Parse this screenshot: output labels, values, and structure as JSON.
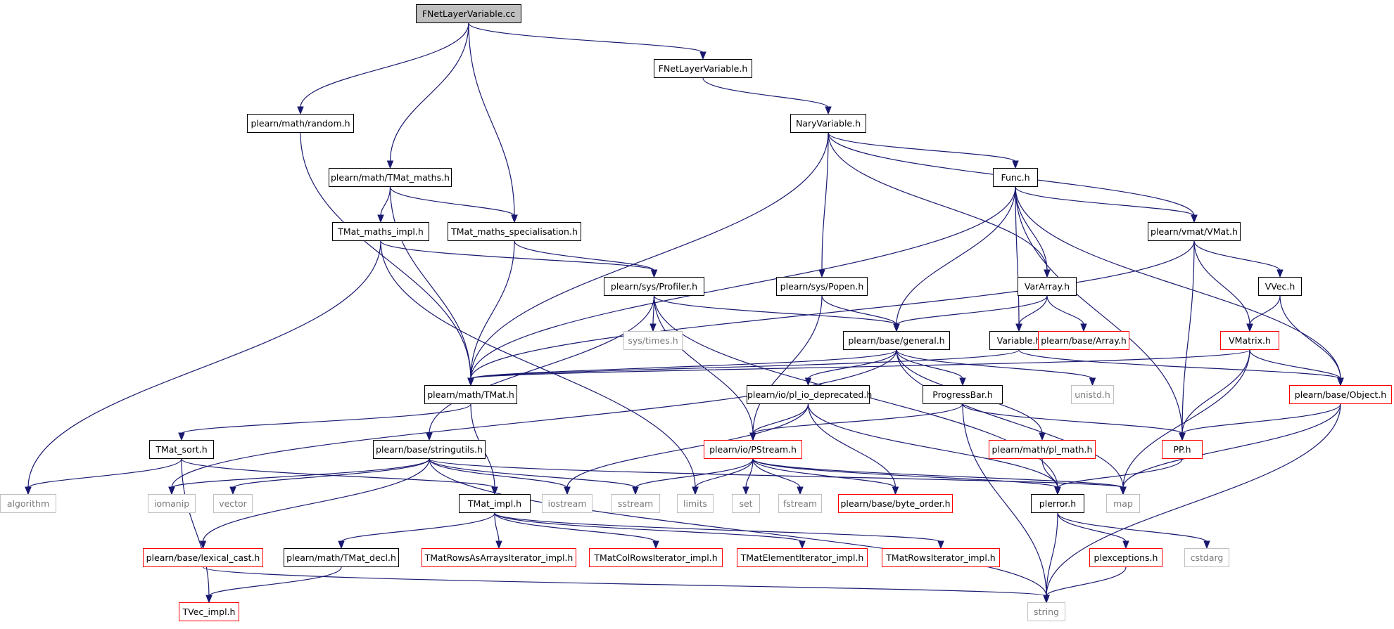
{
  "nodes": [
    {
      "id": "fnetcc",
      "label": "FNetLayerVariable.cc",
      "kind": "focus"
    },
    {
      "id": "fneth",
      "label": "FNetLayerVariable.h",
      "kind": "normal"
    },
    {
      "id": "random",
      "label": "plearn/math/random.h",
      "kind": "normal"
    },
    {
      "id": "nary",
      "label": "NaryVariable.h",
      "kind": "normal"
    },
    {
      "id": "tmatmaths",
      "label": "plearn/math/TMat_maths.h",
      "kind": "normal"
    },
    {
      "id": "func",
      "label": "Func.h",
      "kind": "normal"
    },
    {
      "id": "tmatmathsimpl",
      "label": "TMat_maths_impl.h",
      "kind": "normal"
    },
    {
      "id": "tmatspec",
      "label": "TMat_maths_specialisation.h",
      "kind": "normal"
    },
    {
      "id": "vmat",
      "label": "plearn/vmat/VMat.h",
      "kind": "normal"
    },
    {
      "id": "profiler",
      "label": "plearn/sys/Profiler.h",
      "kind": "normal"
    },
    {
      "id": "popen",
      "label": "plearn/sys/Popen.h",
      "kind": "normal"
    },
    {
      "id": "vararray",
      "label": "VarArray.h",
      "kind": "normal"
    },
    {
      "id": "vvec",
      "label": "VVec.h",
      "kind": "normal"
    },
    {
      "id": "systimes",
      "label": "sys/times.h",
      "kind": "ext"
    },
    {
      "id": "general",
      "label": "plearn/base/general.h",
      "kind": "normal"
    },
    {
      "id": "variable",
      "label": "Variable.h",
      "kind": "normal"
    },
    {
      "id": "array",
      "label": "plearn/base/Array.h",
      "kind": "red"
    },
    {
      "id": "vmatrix",
      "label": "VMatrix.h",
      "kind": "red"
    },
    {
      "id": "tmat",
      "label": "plearn/math/TMat.h",
      "kind": "normal"
    },
    {
      "id": "pliodep",
      "label": "plearn/io/pl_io_deprecated.h",
      "kind": "normal"
    },
    {
      "id": "progress",
      "label": "ProgressBar.h",
      "kind": "normal"
    },
    {
      "id": "unistd",
      "label": "unistd.h",
      "kind": "ext"
    },
    {
      "id": "object",
      "label": "plearn/base/Object.h",
      "kind": "red"
    },
    {
      "id": "tmatsort",
      "label": "TMat_sort.h",
      "kind": "normal"
    },
    {
      "id": "stringutils",
      "label": "plearn/base/stringutils.h",
      "kind": "normal"
    },
    {
      "id": "pstream",
      "label": "plearn/io/PStream.h",
      "kind": "red"
    },
    {
      "id": "plmath",
      "label": "plearn/math/pl_math.h",
      "kind": "red"
    },
    {
      "id": "pp",
      "label": "PP.h",
      "kind": "red"
    },
    {
      "id": "algorithm",
      "label": "algorithm",
      "kind": "ext"
    },
    {
      "id": "iomanip",
      "label": "iomanip",
      "kind": "ext"
    },
    {
      "id": "vector",
      "label": "vector",
      "kind": "ext"
    },
    {
      "id": "tmatimpl",
      "label": "TMat_impl.h",
      "kind": "normal"
    },
    {
      "id": "iostream",
      "label": "iostream",
      "kind": "ext"
    },
    {
      "id": "sstream",
      "label": "sstream",
      "kind": "ext"
    },
    {
      "id": "limits",
      "label": "limits",
      "kind": "ext"
    },
    {
      "id": "set",
      "label": "set",
      "kind": "ext"
    },
    {
      "id": "fstream",
      "label": "fstream",
      "kind": "ext"
    },
    {
      "id": "byteorder",
      "label": "plearn/base/byte_order.h",
      "kind": "red"
    },
    {
      "id": "plerror",
      "label": "plerror.h",
      "kind": "normal"
    },
    {
      "id": "map",
      "label": "map",
      "kind": "ext"
    },
    {
      "id": "lexcast",
      "label": "plearn/base/lexical_cast.h",
      "kind": "red"
    },
    {
      "id": "tmatdecl",
      "label": "plearn/math/TMat_decl.h",
      "kind": "normal"
    },
    {
      "id": "rowsasarrays",
      "label": "TMatRowsAsArraysIterator_impl.h",
      "kind": "red"
    },
    {
      "id": "colrows",
      "label": "TMatColRowsIterator_impl.h",
      "kind": "red"
    },
    {
      "id": "elemiter",
      "label": "TMatElementIterator_impl.h",
      "kind": "red"
    },
    {
      "id": "rowsiter",
      "label": "TMatRowsIterator_impl.h",
      "kind": "red"
    },
    {
      "id": "plexceptions",
      "label": "plexceptions.h",
      "kind": "red"
    },
    {
      "id": "cstdarg",
      "label": "cstdarg",
      "kind": "ext"
    },
    {
      "id": "tvecimpl",
      "label": "TVec_impl.h",
      "kind": "red"
    },
    {
      "id": "string",
      "label": "string",
      "kind": "ext"
    }
  ],
  "edges": [
    [
      "fnetcc",
      "fneth"
    ],
    [
      "fnetcc",
      "random"
    ],
    [
      "fnetcc",
      "tmatmaths"
    ],
    [
      "fnetcc",
      "tmatspec"
    ],
    [
      "fneth",
      "nary"
    ],
    [
      "random",
      "tmat"
    ],
    [
      "nary",
      "func"
    ],
    [
      "nary",
      "vmat"
    ],
    [
      "nary",
      "vararray"
    ],
    [
      "nary",
      "popen"
    ],
    [
      "nary",
      "tmat"
    ],
    [
      "tmatmaths",
      "tmatmathsimpl"
    ],
    [
      "tmatmaths",
      "tmatspec"
    ],
    [
      "tmatmaths",
      "tmat"
    ],
    [
      "tmatmathsimpl",
      "algorithm"
    ],
    [
      "tmatmathsimpl",
      "profiler"
    ],
    [
      "tmatmathsimpl",
      "limits"
    ],
    [
      "tmatspec",
      "profiler"
    ],
    [
      "tmatspec",
      "tmat"
    ],
    [
      "func",
      "vmat"
    ],
    [
      "func",
      "object"
    ],
    [
      "func",
      "vararray"
    ],
    [
      "func",
      "variable"
    ],
    [
      "func",
      "general"
    ],
    [
      "func",
      "pp"
    ],
    [
      "func",
      "tmat"
    ],
    [
      "vmat",
      "vvec"
    ],
    [
      "vmat",
      "vmatrix"
    ],
    [
      "vmat",
      "pp"
    ],
    [
      "vmat",
      "tmat"
    ],
    [
      "vvec",
      "vmatrix"
    ],
    [
      "vvec",
      "object"
    ],
    [
      "profiler",
      "systimes"
    ],
    [
      "profiler",
      "general"
    ],
    [
      "profiler",
      "pstream"
    ],
    [
      "profiler",
      "stringutils"
    ],
    [
      "profiler",
      "plerror"
    ],
    [
      "popen",
      "general"
    ],
    [
      "popen",
      "pstream"
    ],
    [
      "vararray",
      "general"
    ],
    [
      "vararray",
      "variable"
    ],
    [
      "vararray",
      "array"
    ],
    [
      "variable",
      "object"
    ],
    [
      "variable",
      "tmat"
    ],
    [
      "general",
      "tmat"
    ],
    [
      "general",
      "pliodep"
    ],
    [
      "general",
      "progress"
    ],
    [
      "general",
      "unistd"
    ],
    [
      "general",
      "plmath"
    ],
    [
      "general",
      "map"
    ],
    [
      "general",
      "iomanip"
    ],
    [
      "vmatrix",
      "object"
    ],
    [
      "vmatrix",
      "pp"
    ],
    [
      "vmatrix",
      "map"
    ],
    [
      "vmatrix",
      "tmat"
    ],
    [
      "object",
      "pp"
    ],
    [
      "object",
      "map"
    ],
    [
      "object",
      "string"
    ],
    [
      "tmat",
      "tmatsort"
    ],
    [
      "tmat",
      "tmatimpl"
    ],
    [
      "pliodep",
      "pstream"
    ],
    [
      "pliodep",
      "iostream"
    ],
    [
      "pliodep",
      "byteorder"
    ],
    [
      "pliodep",
      "plerror"
    ],
    [
      "progress",
      "pstream"
    ],
    [
      "progress",
      "pp"
    ],
    [
      "progress",
      "string"
    ],
    [
      "plmath",
      "plerror"
    ],
    [
      "pp",
      "plerror"
    ],
    [
      "tmatsort",
      "algorithm"
    ],
    [
      "tmatsort",
      "tvecimpl"
    ],
    [
      "tmatsort",
      "tmatimpl"
    ],
    [
      "stringutils",
      "iomanip"
    ],
    [
      "stringutils",
      "vector"
    ],
    [
      "stringutils",
      "iostream"
    ],
    [
      "stringutils",
      "sstream"
    ],
    [
      "stringutils",
      "map"
    ],
    [
      "stringutils",
      "lexcast"
    ],
    [
      "stringutils",
      "string"
    ],
    [
      "pstream",
      "sstream"
    ],
    [
      "pstream",
      "limits"
    ],
    [
      "pstream",
      "set"
    ],
    [
      "pstream",
      "fstream"
    ],
    [
      "pstream",
      "byteorder"
    ],
    [
      "pstream",
      "plerror"
    ],
    [
      "pstream",
      "map"
    ],
    [
      "plerror",
      "plexceptions"
    ],
    [
      "plerror",
      "cstdarg"
    ],
    [
      "plerror",
      "string"
    ],
    [
      "plexceptions",
      "string"
    ],
    [
      "tmatimpl",
      "tmatdecl"
    ],
    [
      "tmatimpl",
      "rowsasarrays"
    ],
    [
      "tmatimpl",
      "colrows"
    ],
    [
      "tmatimpl",
      "elemiter"
    ],
    [
      "tmatimpl",
      "rowsiter"
    ],
    [
      "tmatdecl",
      "tvecimpl"
    ],
    [
      "lexcast",
      "string"
    ]
  ]
}
